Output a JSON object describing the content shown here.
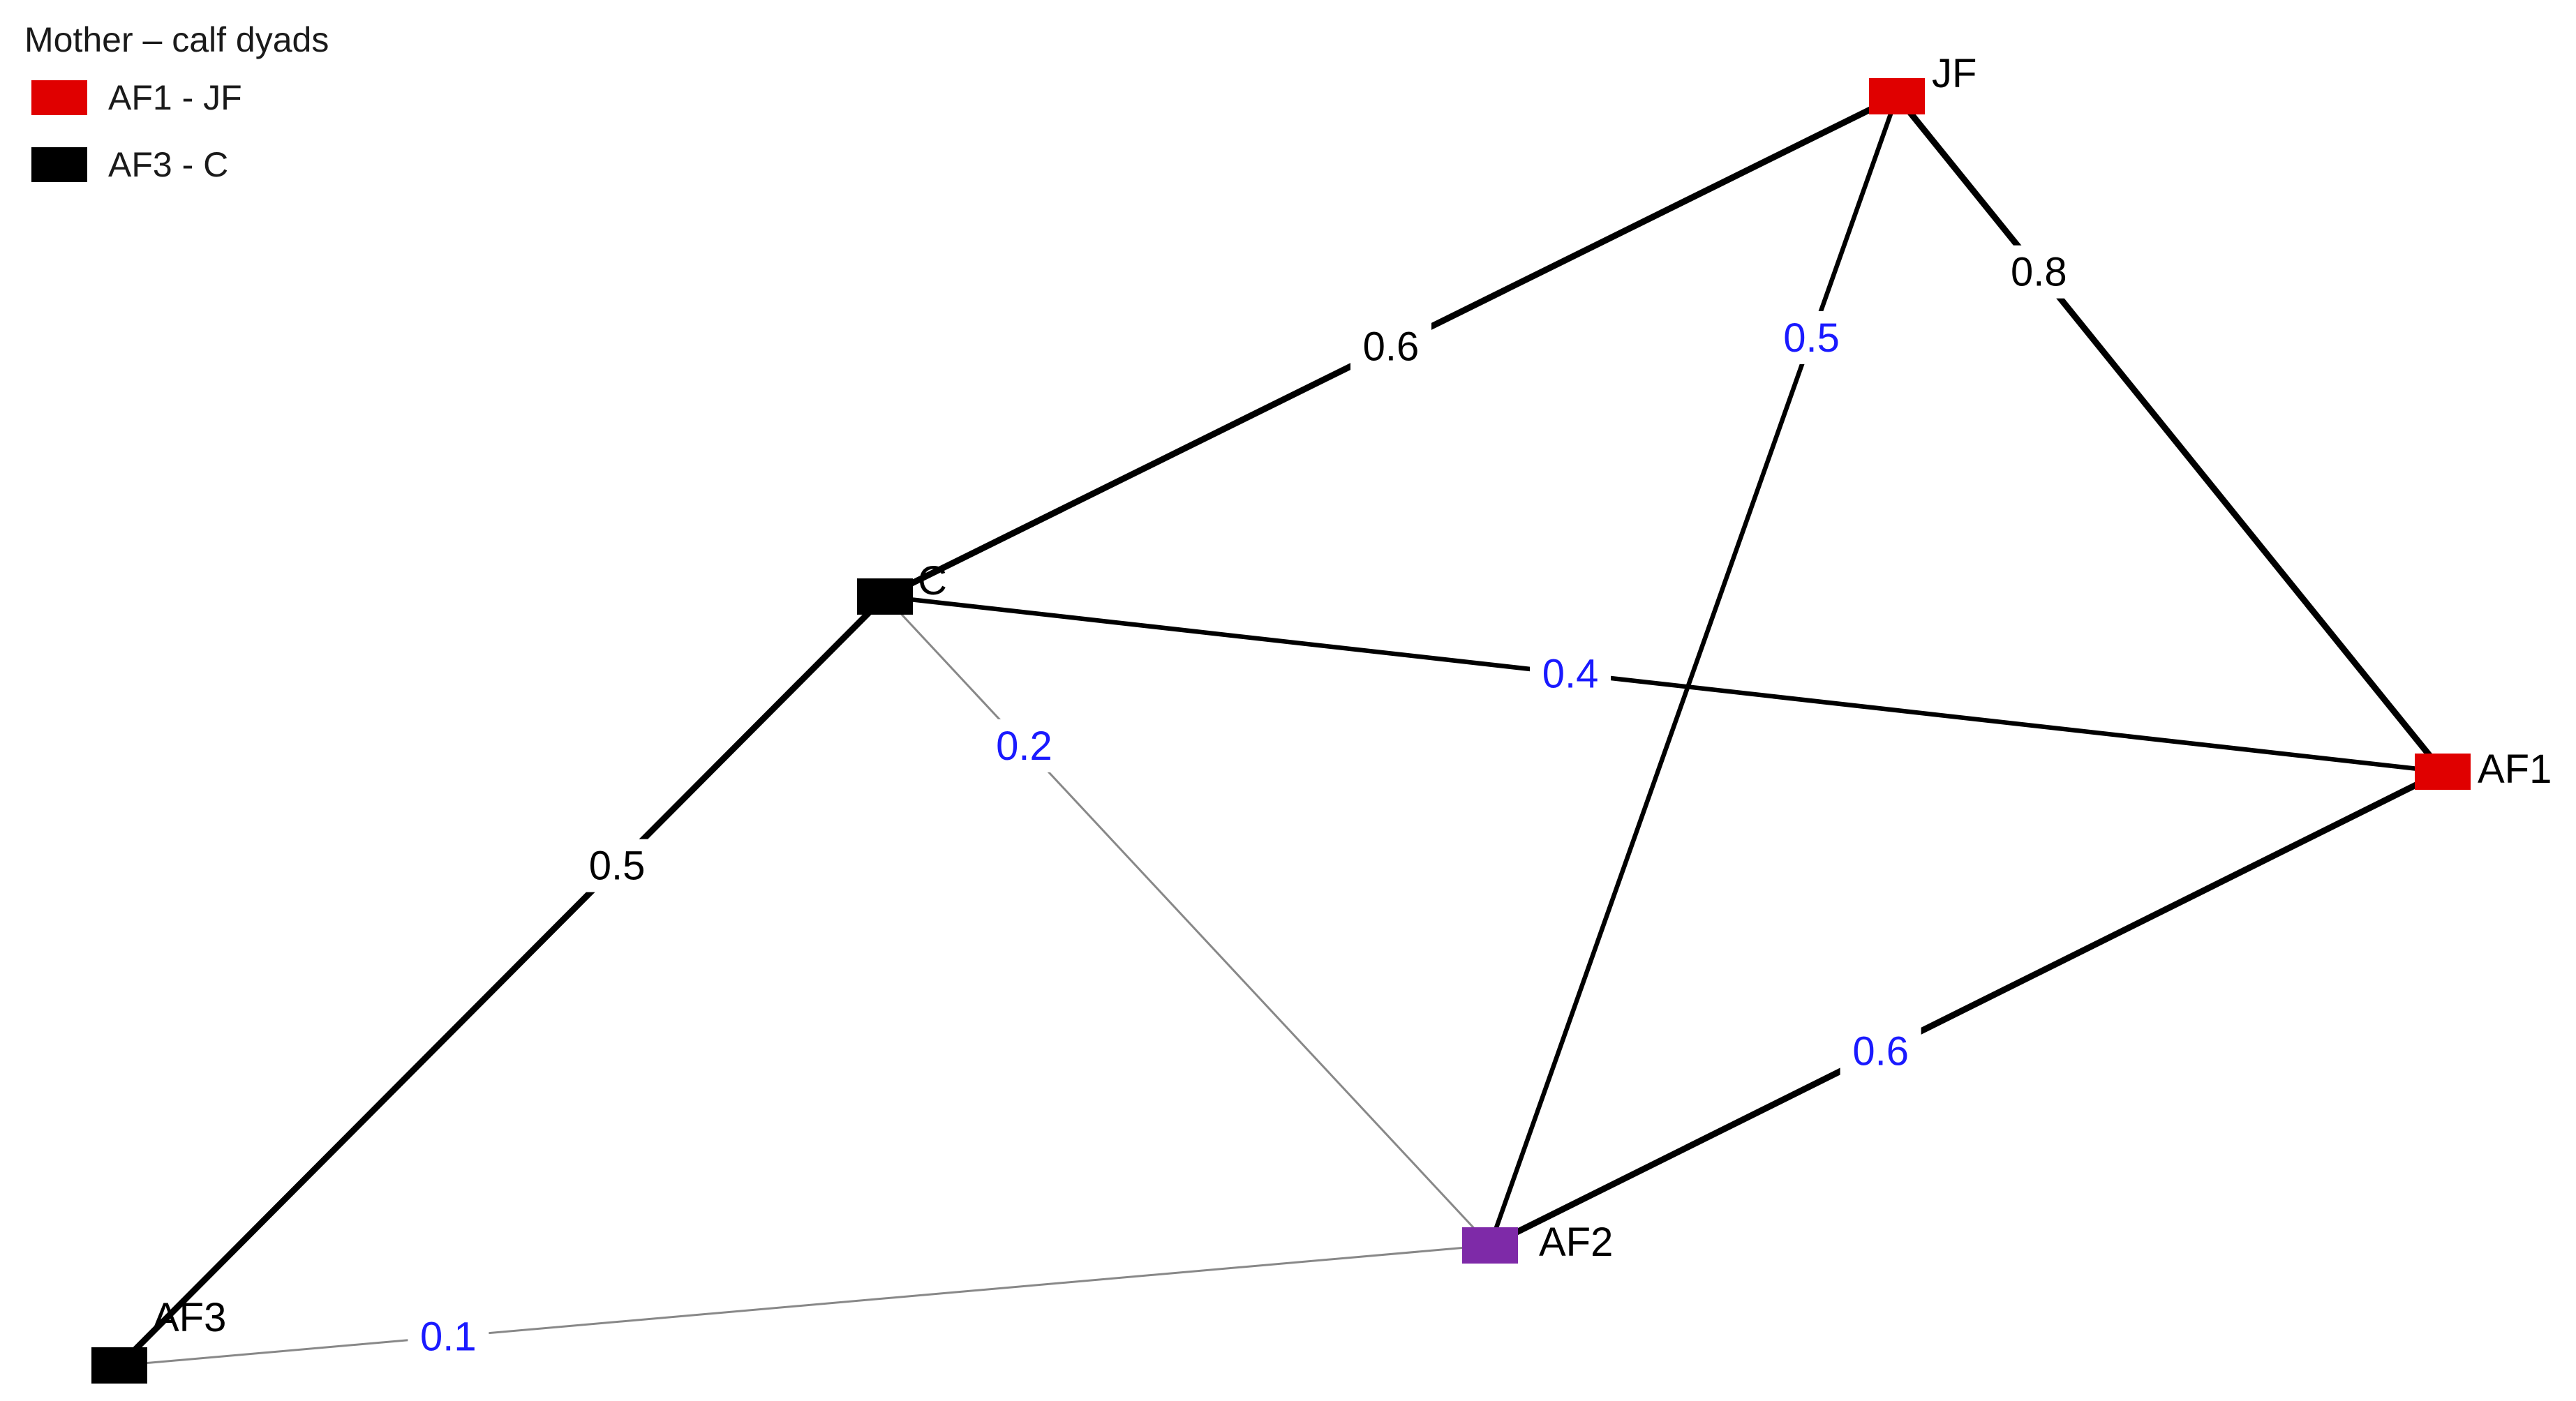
{
  "legend": {
    "title": "Mother – calf dyads",
    "items": [
      {
        "label": "AF1 - JF",
        "color": "#e00000"
      },
      {
        "label": "AF3 - C",
        "color": "#000000"
      }
    ]
  },
  "nodes": [
    {
      "id": "JF",
      "label": "JF",
      "color": "#e00000"
    },
    {
      "id": "C",
      "label": "C",
      "color": "#000000"
    },
    {
      "id": "AF1",
      "label": "AF1",
      "color": "#e00000"
    },
    {
      "id": "AF2",
      "label": "AF2",
      "color": "#7e2aa8"
    },
    {
      "id": "AF3",
      "label": "AF3",
      "color": "#000000"
    }
  ],
  "edges": [
    {
      "from": "C",
      "to": "JF",
      "weight": "0.6",
      "label_color": "#000000"
    },
    {
      "from": "JF",
      "to": "AF1",
      "weight": "0.8",
      "label_color": "#000000"
    },
    {
      "from": "JF",
      "to": "AF2",
      "weight": "0.5",
      "label_color": "#1a1aff"
    },
    {
      "from": "C",
      "to": "AF1",
      "weight": "0.4",
      "label_color": "#1a1aff"
    },
    {
      "from": "AF3",
      "to": "C",
      "weight": "0.5",
      "label_color": "#000000"
    },
    {
      "from": "C",
      "to": "AF2",
      "weight": "0.2",
      "label_color": "#1a1aff"
    },
    {
      "from": "AF2",
      "to": "AF1",
      "weight": "0.6",
      "label_color": "#1a1aff"
    },
    {
      "from": "AF3",
      "to": "AF2",
      "weight": "0.1",
      "label_color": "#1a1aff"
    }
  ]
}
